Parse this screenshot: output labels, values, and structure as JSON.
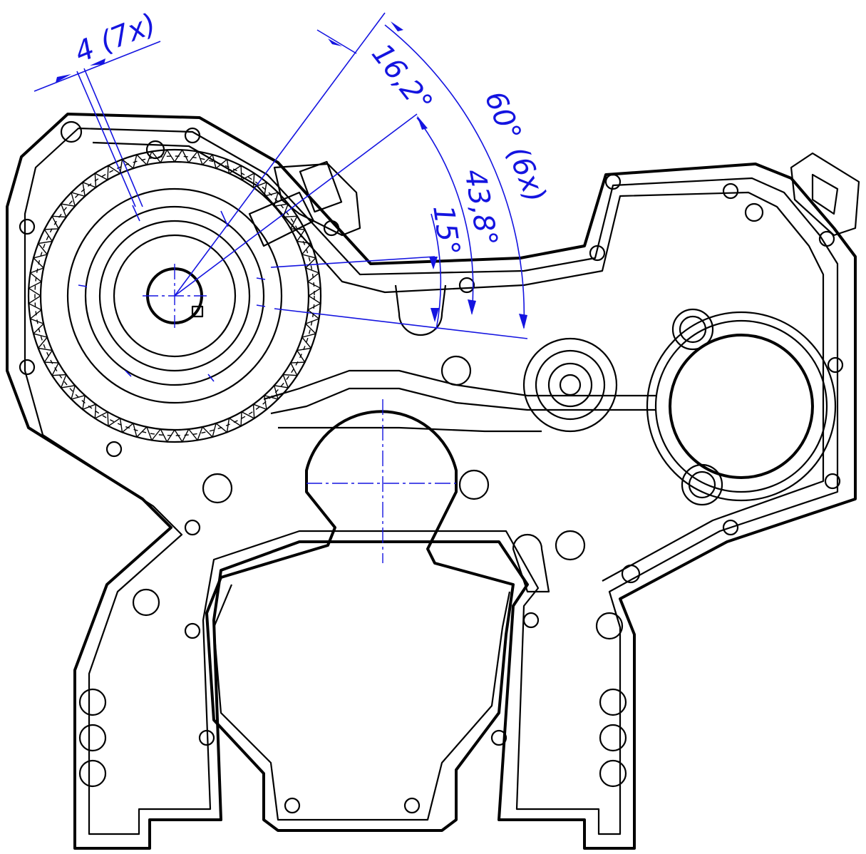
{
  "labels": {
    "tooth_width": "4 (7x)",
    "angle_a": "16,2°",
    "angle_b": "60° (6x)",
    "angle_c": "43,8°",
    "angle_d": "15°"
  },
  "colors": {
    "dimension": "#1414e0",
    "outline": "#000000",
    "background": "#ffffff"
  }
}
